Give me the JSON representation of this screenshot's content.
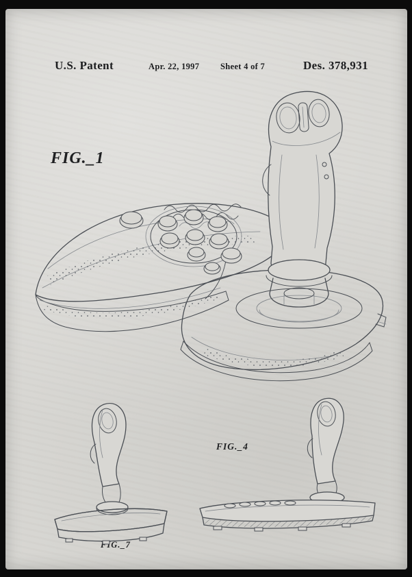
{
  "page": {
    "background_color": "#0b0b0b",
    "paper_color": "#d8d7d3",
    "ink_color": "#4a4e54",
    "text_color": "#1c1d1f"
  },
  "header": {
    "patent_label": "U.S. Patent",
    "date": "Apr. 22, 1997",
    "sheet": "Sheet 4 of 7",
    "patent_number": "Des. 378,931"
  },
  "figures": {
    "fig1": {
      "label": "FIG._1",
      "description": "joystick-controller-perspective-view"
    },
    "fig4": {
      "label": "FIG._4",
      "description": "joystick-controller-side-view"
    },
    "fig7": {
      "label": "FIG._7",
      "description": "joystick-side-view"
    }
  }
}
